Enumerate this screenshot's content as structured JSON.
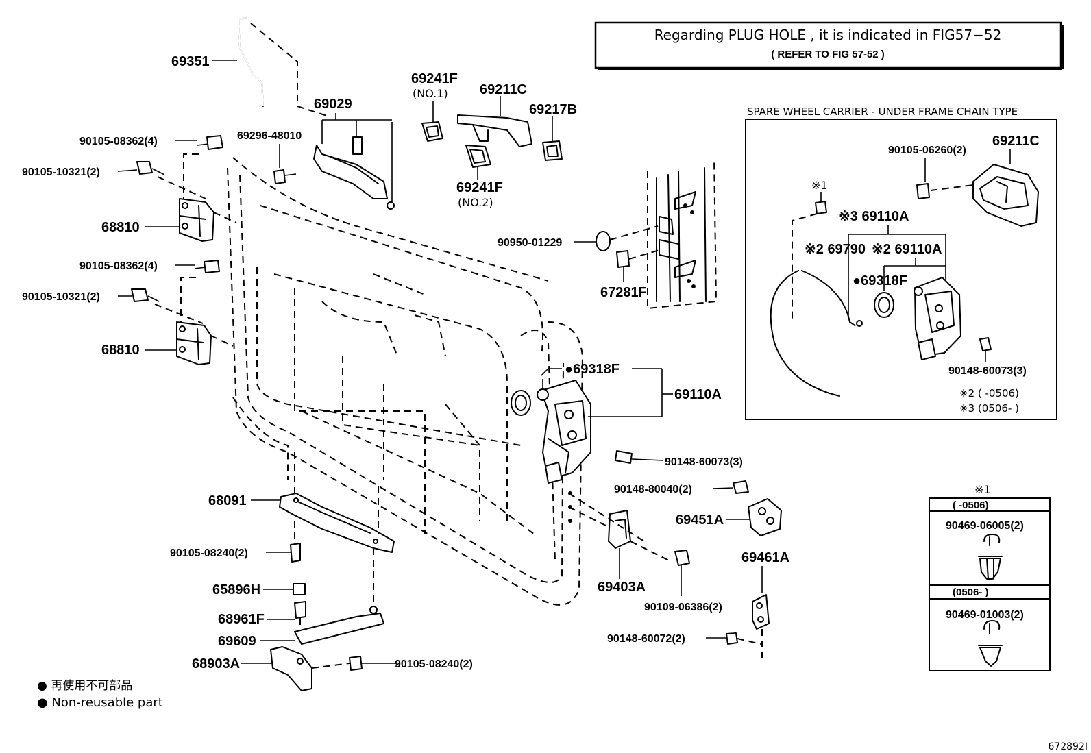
{
  "notice": {
    "line1": "Regarding  PLUG  HOLE  ,  it  is  indicated  in  FIG57−52",
    "line2": "(     REFER  TO  FIG  57-52       )"
  },
  "inset": {
    "title": "SPARE WHEEL CARRIER - UNDER FRAME CHAIN TYPE",
    "labels": {
      "handle": "69211C",
      "bolt_top": "90105-06260(2)",
      "mark1": "※1",
      "lock_no3": "※3 69110A",
      "rod_no2": "※2 69790",
      "lock_no2": "※2 69110A",
      "seal": "●69318F",
      "screw": "90148-60073(3)"
    },
    "notes": [
      "※2 (        -0506)",
      "※3 (0506-        )"
    ]
  },
  "clip_table": {
    "mark": "※1",
    "row1_header": "(        -0506)",
    "row1_part": "90469-06005(2)",
    "row2_header": "(0506-        )",
    "row2_part": "90469-01003(2)"
  },
  "labels": {
    "p69351": "69351",
    "p69029": "69029",
    "p69296": "69296-48010",
    "p90105_08362_a": "90105-08362(4)",
    "p90105_10321_a": "90105-10321(2)",
    "p68810_a": "68810",
    "p90105_08362_b": "90105-08362(4)",
    "p90105_10321_b": "90105-10321(2)",
    "p68810_b": "68810",
    "p69241F_1": "69241F",
    "p69241F_1_sub": "(NO.1)",
    "p69211C": "69211C",
    "p69217B": "69217B",
    "p69241F_2": "69241F",
    "p69241F_2_sub": "(NO.2)",
    "p90950": "90950-01229",
    "p67281F": "67281F",
    "p69318F": "●69318F",
    "p69110A": "69110A",
    "p90148_60073": "90148-60073(3)",
    "p90148_80040": "90148-80040(2)",
    "p69451A": "69451A",
    "p68091": "68091",
    "p90105_08240_a": "90105-08240(2)",
    "p65896H": "65896H",
    "p68961F": "68961F",
    "p69609": "69609",
    "p68903A": "68903A",
    "p90105_08240_b": "90105-08240(2)",
    "p69403A": "69403A",
    "p90109": "90109-06386(2)",
    "p69461A": "69461A",
    "p90148_60072": "90148-60072(2)"
  },
  "legend": {
    "jp": "● 再使用不可部品",
    "en": "● Non-reusable part"
  },
  "figure_id": "672892I"
}
